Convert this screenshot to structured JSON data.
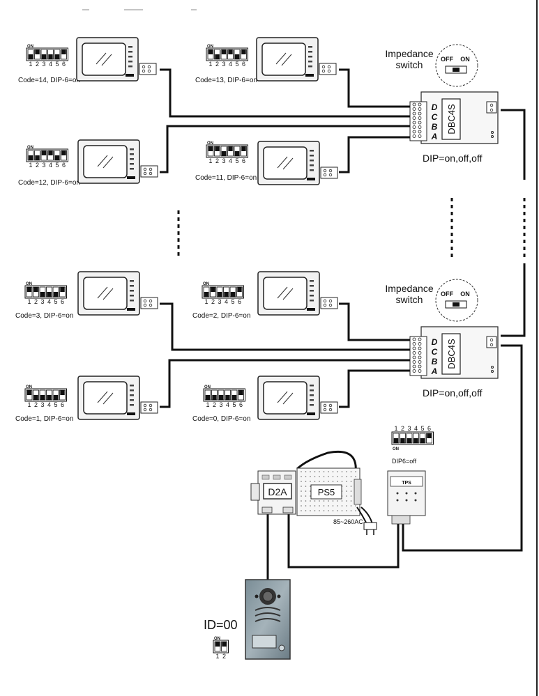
{
  "monitors": [
    {
      "code_label": "Code=14, DIP-6=on",
      "dip": [
        0,
        1,
        0,
        0,
        0,
        1
      ]
    },
    {
      "code_label": "Code=13, DIP-6=on",
      "dip": [
        1,
        0,
        1,
        1,
        0,
        1
      ]
    },
    {
      "code_label": "Code=12, DIP-6=on",
      "dip": [
        0,
        0,
        1,
        1,
        0,
        1
      ]
    },
    {
      "code_label": "Code=11, DIP-6=on",
      "dip": [
        1,
        1,
        0,
        1,
        0,
        1
      ]
    },
    {
      "code_label": "Code=3, DIP-6=on",
      "dip": [
        1,
        1,
        0,
        0,
        0,
        1
      ]
    },
    {
      "code_label": "Code=2, DIP-6=on",
      "dip": [
        0,
        1,
        0,
        0,
        0,
        1
      ]
    },
    {
      "code_label": "Code=1, DIP-6=on",
      "dip": [
        1,
        0,
        0,
        0,
        0,
        1
      ]
    },
    {
      "code_label": "Code=0, DIP-6=on",
      "dip": [
        0,
        0,
        0,
        0,
        0,
        1
      ]
    }
  ],
  "dip_switch": {
    "on_label": "ON",
    "numbers": [
      "1",
      "2",
      "3",
      "4",
      "5",
      "6"
    ]
  },
  "dbc4s": {
    "label": "DBC4S",
    "ports": [
      "A",
      "B",
      "C",
      "D"
    ],
    "dip_label": "DIP=on,off,off",
    "impedance_label_line1": "Impedance",
    "impedance_label_line2": "switch",
    "off_label": "OFF",
    "on_label": "ON"
  },
  "d2a": {
    "label": "D2A"
  },
  "ps5": {
    "label": "PS5",
    "input_label": "85~260AC"
  },
  "tps": {
    "label": "TPS",
    "dip_label": "DIP6=off",
    "dip": [
      0,
      0,
      0,
      0,
      0,
      1
    ],
    "on_label": "ON",
    "numbers": [
      "1",
      "2",
      "3",
      "4",
      "5",
      "6"
    ]
  },
  "door_station": {
    "id_label": "ID=00",
    "dip_on_label": "ON",
    "dip_numbers": [
      "1",
      "2"
    ],
    "dip": [
      1,
      1
    ]
  }
}
